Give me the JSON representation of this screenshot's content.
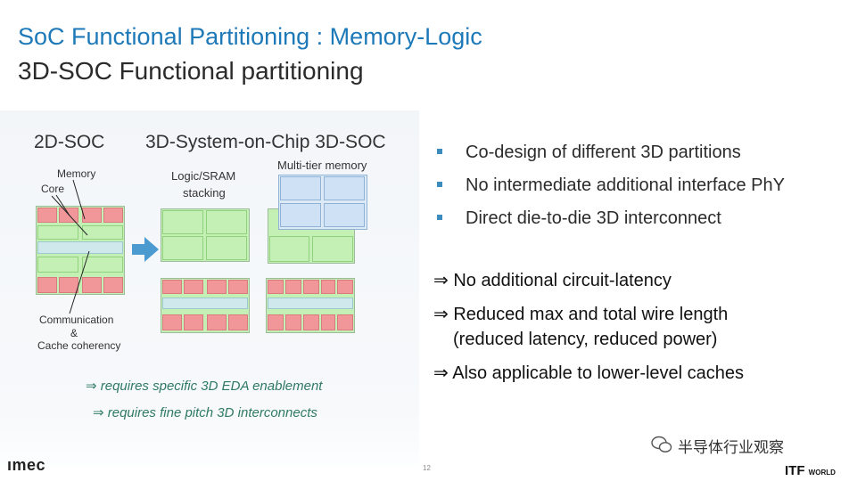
{
  "title": "SoC Functional Partitioning : Memory-Logic",
  "subtitle": "3D-SOC Functional partitioning",
  "figure": {
    "soc2d_title": "2D-SOC",
    "memory_label": "Memory",
    "core_label": "Core",
    "communication_label": "Communication",
    "ampersand": "&",
    "cache_label": "Cache coherency",
    "soc3d_title": "3D-System-on-Chip 3D-SOC",
    "logic_sram_line1": "Logic/SRAM",
    "logic_sram_line2": "stacking",
    "multitier_label": "Multi-tier memory",
    "note1": "⇒ requires specific 3D EDA enablement",
    "note2": "⇒ requires fine pitch 3D interconnects"
  },
  "bullets": [
    "Co-design of different 3D partitions",
    "No intermediate additional interface PhY",
    "Direct die-to-die 3D interconnect"
  ],
  "implications": [
    "⇒ No additional circuit-latency",
    "⇒ Reduced max and total wire length",
    "(reduced latency, reduced power)",
    "⇒ Also applicable to lower-level caches"
  ],
  "footer": {
    "imec_logo": "ımec",
    "page_number": "12",
    "watermark": "半导体行业观察",
    "itf_logo": "ITF",
    "itf_world": "WORLD"
  },
  "colors": {
    "title": "#1d79b8",
    "bullet": "#3c8dbd",
    "note": "#2f7a63",
    "core_red": "#f1979a",
    "logic_green": "#c5f0b5",
    "memory_blue": "#cfe2f5"
  }
}
